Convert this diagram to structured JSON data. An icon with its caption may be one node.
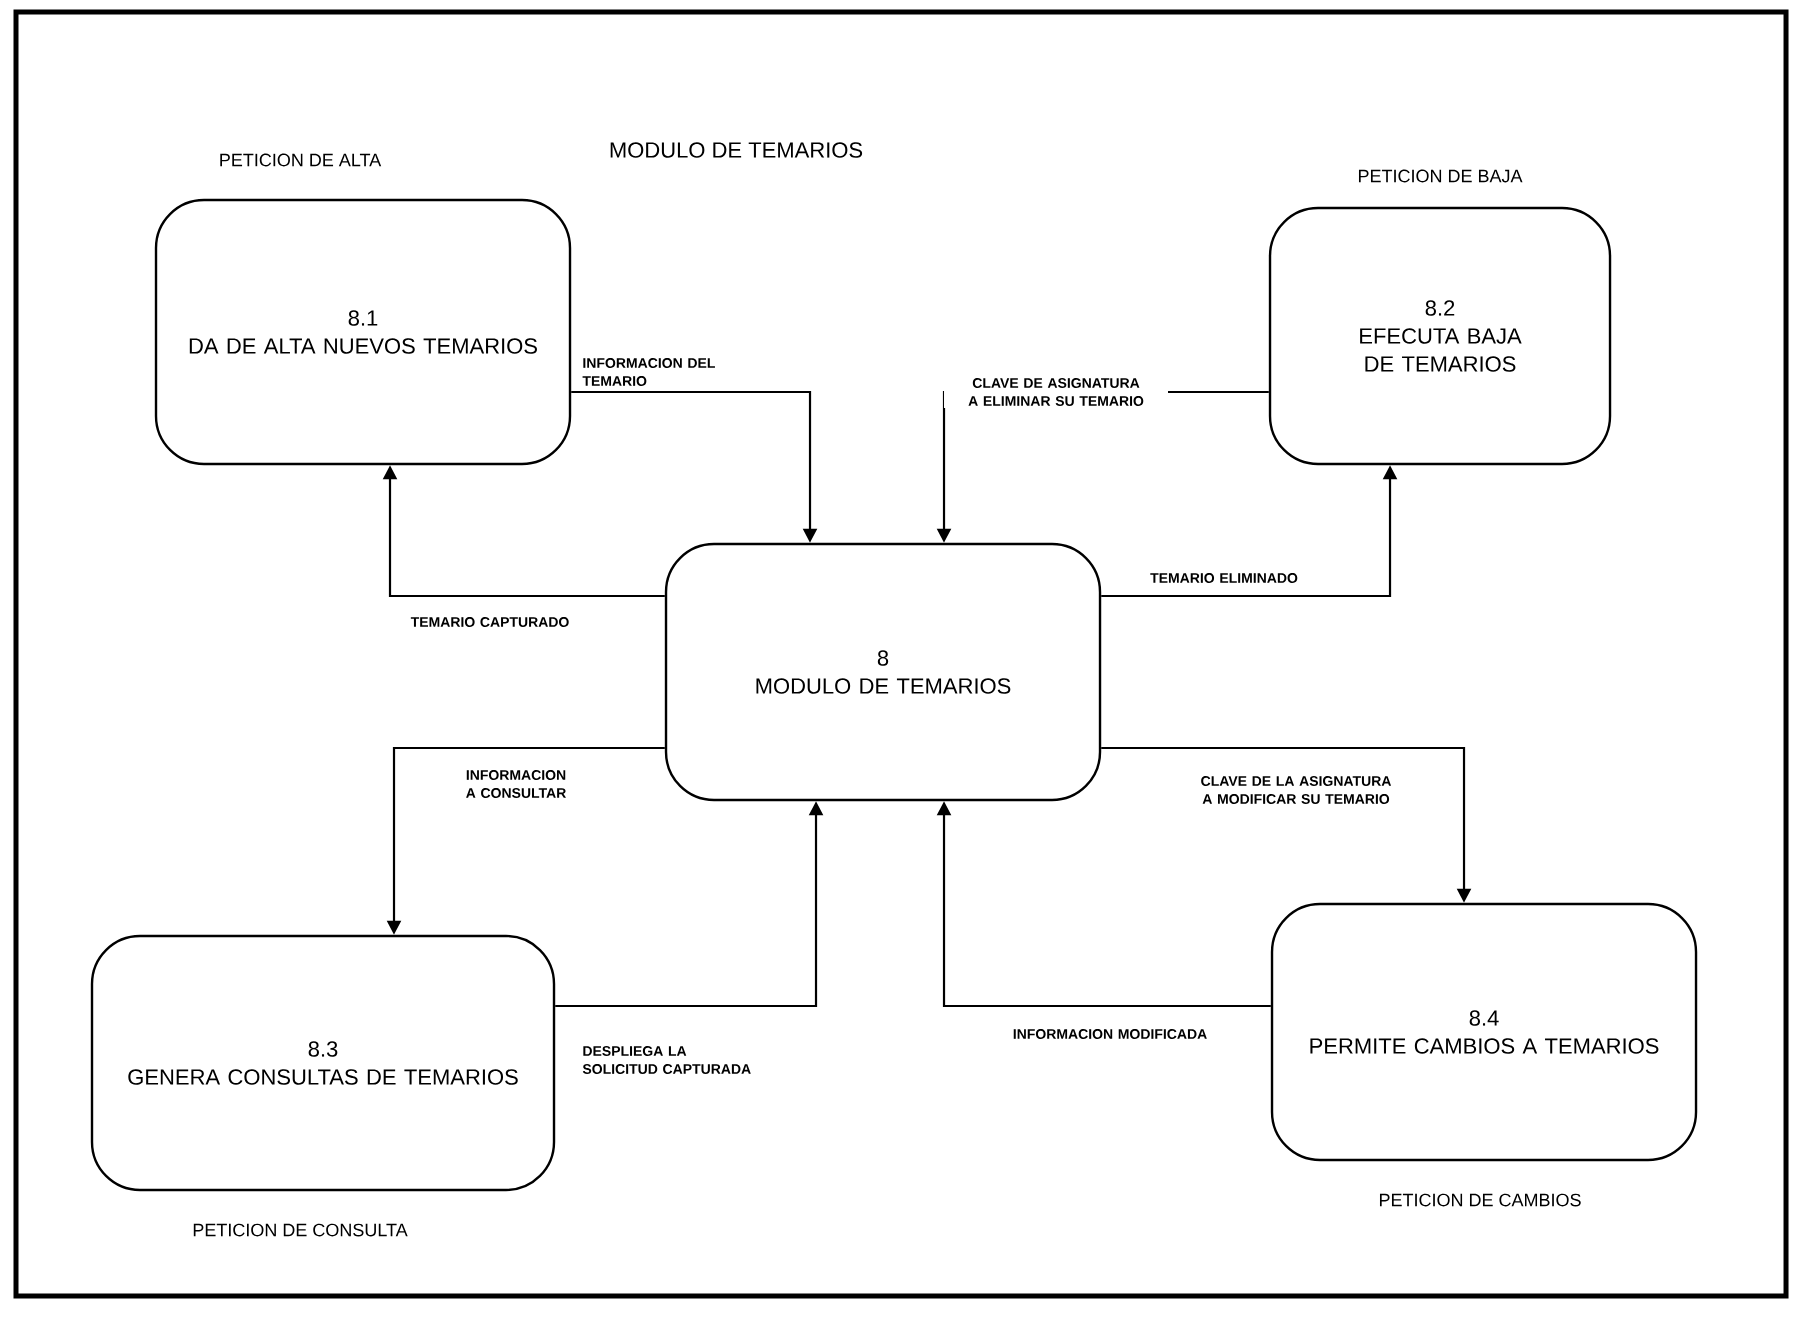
{
  "diagram": {
    "title": "MODULO DE TEMARIOS",
    "nodes": [
      {
        "text": [
          "8",
          "MODULO DE TEMARIOS"
        ]
      },
      {
        "text": [
          "8.1",
          "DA DE ALTA NUEVOS TEMARIOS"
        ],
        "beside": [
          "PETICION DE ALTA"
        ]
      },
      {
        "text": [
          "8.2",
          "EFECUTA BAJA DE TEMARIOS"
        ],
        "beside": [
          "PETICION DE BAJA"
        ]
      },
      {
        "text": [
          "8.3",
          "GENERA CONSULTAS DE TEMARIOS"
        ],
        "beside": [
          "PETICION DE CONSULTA"
        ]
      },
      {
        "text": [
          "8.4",
          "PERMITE CAMBIOS A TEMARIOS"
        ],
        "beside": [
          "PETICION DE CAMBIOS"
        ]
      }
    ],
    "edges": [
      {
        "from": 1,
        "to": 0,
        "arrow": "to",
        "label": "INFORMACION DEL TEMARIO"
      },
      {
        "from": 0,
        "to": 1,
        "arrow": "to",
        "label": "TEMARIO CAPTURADO"
      },
      {
        "from": 2,
        "to": 0,
        "arrow": "to",
        "label": "CLAVE DE ASIGNATURA A ELIMINAR SU TEMARIO"
      },
      {
        "from": 0,
        "to": 2,
        "arrow": "to",
        "label": "TEMARIO ELIMINADO"
      },
      {
        "from": 0,
        "to": 3,
        "arrow": "to",
        "label": "INFORMACION A CONSULTAR"
      },
      {
        "from": 3,
        "to": 0,
        "arrow": "to",
        "label": "DESPLIEGA LA SOLICITUD CAPTURADA"
      },
      {
        "from": 0,
        "to": 4,
        "arrow": "to",
        "label": "CLAVE DE LA ASIGNATURA A MODIFICAR SU TEMARIO"
      },
      {
        "from": 4,
        "to": 0,
        "arrow": "to",
        "label": "INFORMACION MODIFICADA"
      }
    ]
  }
}
